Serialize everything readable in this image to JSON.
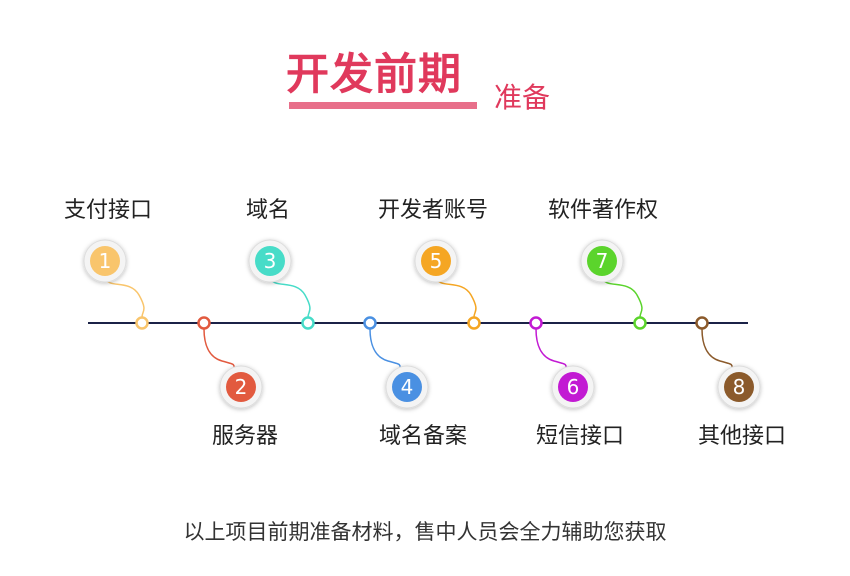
{
  "header": {
    "title": "开发前期",
    "subtitle": "准备"
  },
  "timeline": {
    "line_color": "#1b2247",
    "items": [
      {
        "num": "1",
        "label": "支付接口",
        "color": "#f9c56c",
        "side": "top"
      },
      {
        "num": "2",
        "label": "服务器",
        "color": "#e25a3f",
        "side": "bottom"
      },
      {
        "num": "3",
        "label": "域名",
        "color": "#47dcc8",
        "side": "top"
      },
      {
        "num": "4",
        "label": "域名备案",
        "color": "#4a90e2",
        "side": "bottom"
      },
      {
        "num": "5",
        "label": "开发者账号",
        "color": "#f5a623",
        "side": "top"
      },
      {
        "num": "6",
        "label": "短信接口",
        "color": "#c21ad3",
        "side": "bottom"
      },
      {
        "num": "7",
        "label": "软件著作权",
        "color": "#5bd42c",
        "side": "top"
      },
      {
        "num": "8",
        "label": "其他接口",
        "color": "#8b5a2b",
        "side": "bottom"
      }
    ]
  },
  "footer": {
    "text": "以上项目前期准备材料，售中人员会全力辅助您获取"
  }
}
